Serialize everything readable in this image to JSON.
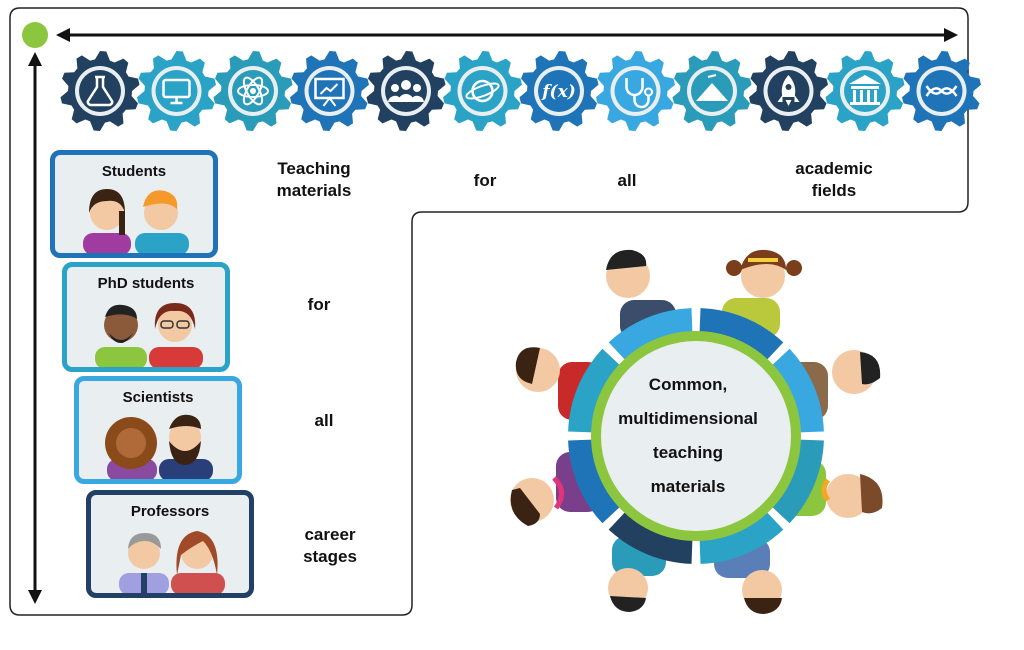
{
  "top_row": {
    "teaching_materials": "Teaching\nmaterials",
    "for": "for",
    "all": "all",
    "academic_fields": "academic\nfields"
  },
  "left_column": {
    "for": "for",
    "all": "all",
    "career_stages": "career\nstages"
  },
  "cards": [
    {
      "title": "Students",
      "border": "#1f73b7"
    },
    {
      "title": "PhD students",
      "border": "#2aa3c7"
    },
    {
      "title": "Scientists",
      "border": "#3aa8e0"
    },
    {
      "title": "Professors",
      "border": "#223f66"
    }
  ],
  "center": {
    "line1": "Common,",
    "line2": "multidimensional",
    "line3": "teaching",
    "line4": "materials"
  },
  "gears": [
    {
      "icon": "flask-icon",
      "color": "#22405f"
    },
    {
      "icon": "computer-icon",
      "color": "#2aa3c7"
    },
    {
      "icon": "atom-icon",
      "color": "#2a9bb8"
    },
    {
      "icon": "presentation-chart-icon",
      "color": "#1f73b7"
    },
    {
      "icon": "group-people-icon",
      "color": "#22405f"
    },
    {
      "icon": "planet-icon",
      "color": "#2aa3c7"
    },
    {
      "icon": "function-icon",
      "color": "#1f73b7"
    },
    {
      "icon": "stethoscope-icon",
      "color": "#3aa8e0"
    },
    {
      "icon": "mountain-icon",
      "color": "#2a9bb8"
    },
    {
      "icon": "rocket-icon",
      "color": "#22405f"
    },
    {
      "icon": "museum-icon",
      "color": "#2aa3c7"
    },
    {
      "icon": "dna-icon",
      "color": "#1f73b7"
    }
  ],
  "colors": {
    "navy": "#22405f",
    "blue": "#1f73b7",
    "teal": "#2aa3c7",
    "green": "#8cc63f",
    "axis": "#111111"
  }
}
